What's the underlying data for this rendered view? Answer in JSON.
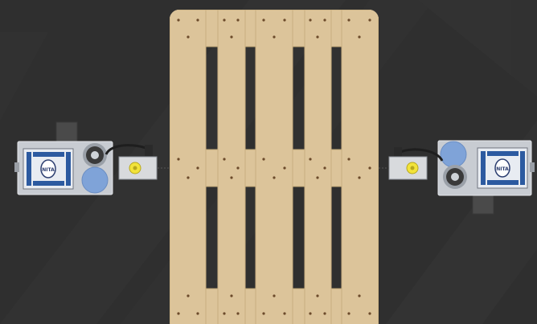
{
  "scene": {
    "background_color": "#2f2f2f",
    "pallet_wood_color": "#dcc49a",
    "pallet_outline_color": "#c2a877",
    "nail_color": "#6b4a2a",
    "printer_body_color": "#c8ccd2",
    "printer_screen_color": "#2c5aa0",
    "roll_color": "#7fa3d8",
    "applicator_color": "#d8dadd",
    "sensor_color": "#f2e33a"
  },
  "printers": [
    {
      "side": "left",
      "brand_badge": "NITA"
    },
    {
      "side": "right",
      "brand_badge": "NITA"
    }
  ]
}
